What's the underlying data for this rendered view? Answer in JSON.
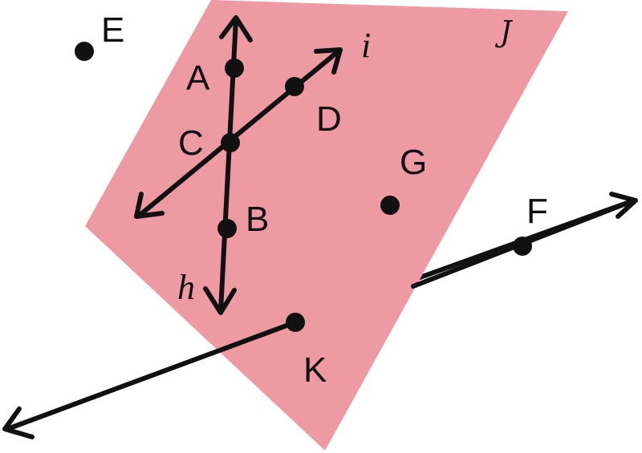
{
  "colors": {
    "plane_fill": "#ee9aa2",
    "ink": "#111111",
    "background": "#ffffff"
  },
  "plane": {
    "label": "J"
  },
  "lines": {
    "h": {
      "label": "h"
    },
    "i": {
      "label": "i"
    }
  },
  "points": {
    "A": {
      "label": "A"
    },
    "B": {
      "label": "B"
    },
    "C": {
      "label": "C"
    },
    "D": {
      "label": "D"
    },
    "E": {
      "label": "E"
    },
    "F": {
      "label": "F"
    },
    "G": {
      "label": "G"
    },
    "K": {
      "label": "K"
    }
  }
}
